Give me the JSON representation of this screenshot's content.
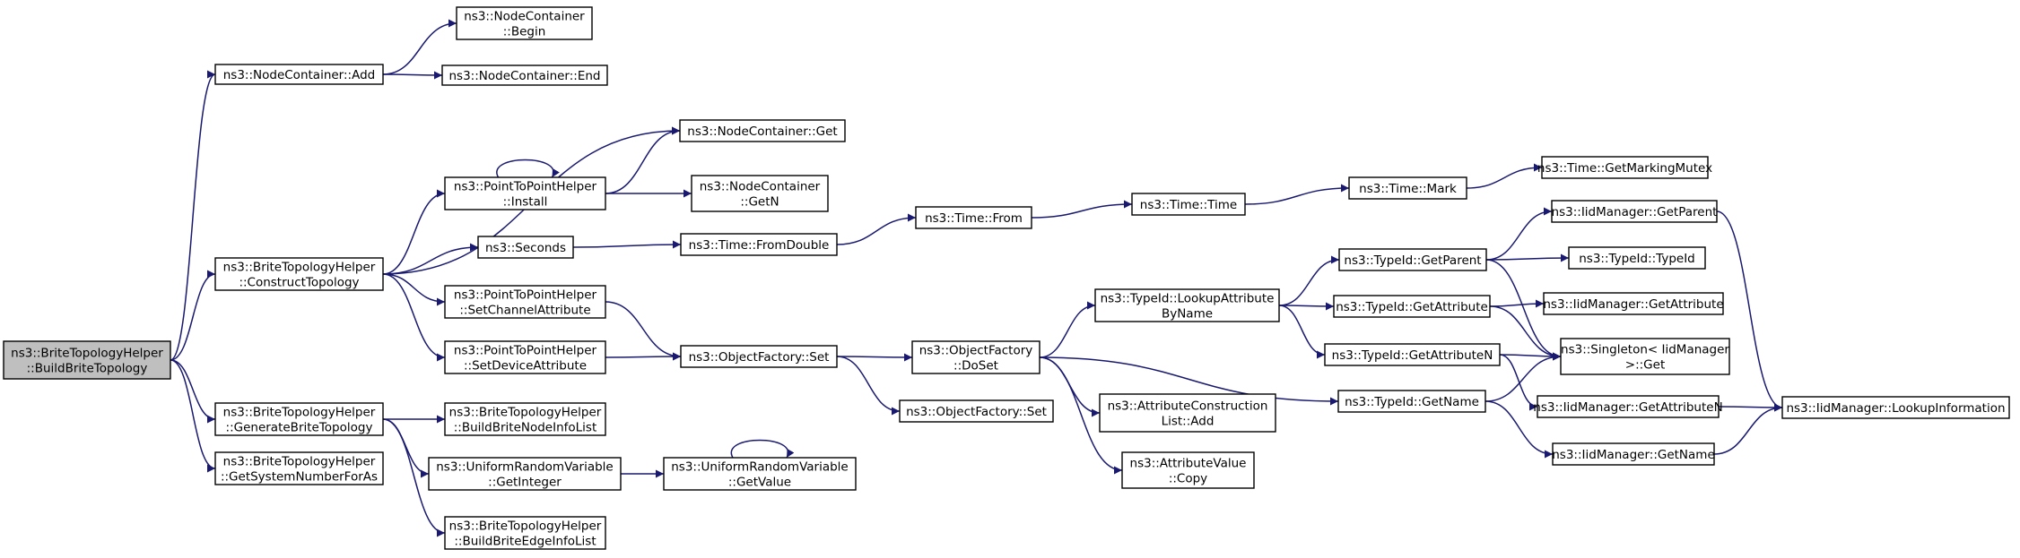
{
  "nodes": {
    "root": [
      "ns3::BriteTopologyHelper",
      "::BuildBriteTopology"
    ],
    "nc_add": [
      "ns3::NodeContainer::Add"
    ],
    "nc_begin": [
      "ns3::NodeContainer",
      "::Begin"
    ],
    "nc_end": [
      "ns3::NodeContainer::End"
    ],
    "nc_get": [
      "ns3::NodeContainer::Get"
    ],
    "construct": [
      "ns3::BriteTopologyHelper",
      "::ConstructTopology"
    ],
    "p2p_install": [
      "ns3::PointToPointHelper",
      "::Install"
    ],
    "nc_getn": [
      "ns3::NodeContainer",
      "::GetN"
    ],
    "seconds": [
      "ns3::Seconds"
    ],
    "time_fromdouble": [
      "ns3::Time::FromDouble"
    ],
    "time_from": [
      "ns3::Time::From"
    ],
    "time_time": [
      "ns3::Time::Time"
    ],
    "time_mark": [
      "ns3::Time::Mark"
    ],
    "time_mutex": [
      "ns3::Time::GetMarkingMutex"
    ],
    "p2p_setchan": [
      "ns3::PointToPointHelper",
      "::SetChannelAttribute"
    ],
    "p2p_setdev": [
      "ns3::PointToPointHelper",
      "::SetDeviceAttribute"
    ],
    "of_set": [
      "ns3::ObjectFactory::Set"
    ],
    "of_doset": [
      "ns3::ObjectFactory",
      "::DoSet"
    ],
    "of_set2": [
      "ns3::ObjectFactory::Set"
    ],
    "tid_lookup": [
      "ns3::TypeId::LookupAttribute",
      "ByName"
    ],
    "tid_getparent": [
      "ns3::TypeId::GetParent"
    ],
    "tid_getattr": [
      "ns3::TypeId::GetAttribute"
    ],
    "tid_getattrn": [
      "ns3::TypeId::GetAttributeN"
    ],
    "tid_getname": [
      "ns3::TypeId::GetName"
    ],
    "acl_add": [
      "ns3::AttributeConstruction",
      "List::Add"
    ],
    "av_copy": [
      "ns3::AttributeValue",
      "::Copy"
    ],
    "iid_getparent": [
      "ns3::IidManager::GetParent"
    ],
    "tid_typeid": [
      "ns3::TypeId::TypeId"
    ],
    "iid_getattr": [
      "ns3::IidManager::GetAttribute"
    ],
    "singleton": [
      "ns3::Singleton< IidManager",
      " >::Get"
    ],
    "iid_getattrn": [
      "ns3::IidManager::GetAttributeN"
    ],
    "iid_lookup": [
      "ns3::IidManager::LookupInformation"
    ],
    "iid_getname": [
      "ns3::IidManager::GetName"
    ],
    "generate": [
      "ns3::BriteTopologyHelper",
      "::GenerateBriteTopology"
    ],
    "sysnum": [
      "ns3::BriteTopologyHelper",
      "::GetSystemNumberForAs"
    ],
    "nodeinfo": [
      "ns3::BriteTopologyHelper",
      "::BuildBriteNodeInfoList"
    ],
    "urv_getint": [
      "ns3::UniformRandomVariable",
      "::GetInteger"
    ],
    "urv_getvalue": [
      "ns3::UniformRandomVariable",
      "::GetValue"
    ],
    "edgeinfo": [
      "ns3::BriteTopologyHelper",
      "::BuildBriteEdgeInfoList"
    ]
  },
  "edges": [
    [
      "root",
      "nc_add"
    ],
    [
      "root",
      "construct"
    ],
    [
      "root",
      "generate"
    ],
    [
      "root",
      "sysnum"
    ],
    [
      "nc_add",
      "nc_begin"
    ],
    [
      "nc_add",
      "nc_end"
    ],
    [
      "construct",
      "nc_get"
    ],
    [
      "construct",
      "p2p_install"
    ],
    [
      "construct",
      "seconds"
    ],
    [
      "construct",
      "p2p_setchan"
    ],
    [
      "construct",
      "p2p_setdev"
    ],
    [
      "p2p_install",
      "p2p_install"
    ],
    [
      "p2p_install",
      "nc_get"
    ],
    [
      "p2p_install",
      "nc_getn"
    ],
    [
      "seconds",
      "time_fromdouble"
    ],
    [
      "time_fromdouble",
      "time_from"
    ],
    [
      "time_from",
      "time_time"
    ],
    [
      "time_time",
      "time_mark"
    ],
    [
      "time_mark",
      "time_mutex"
    ],
    [
      "p2p_setchan",
      "of_set"
    ],
    [
      "p2p_setdev",
      "of_set"
    ],
    [
      "of_set",
      "of_doset"
    ],
    [
      "of_set",
      "of_set2"
    ],
    [
      "of_doset",
      "tid_lookup"
    ],
    [
      "of_doset",
      "acl_add"
    ],
    [
      "of_doset",
      "av_copy"
    ],
    [
      "of_doset",
      "tid_getname"
    ],
    [
      "tid_lookup",
      "tid_getparent"
    ],
    [
      "tid_lookup",
      "tid_getattr"
    ],
    [
      "tid_lookup",
      "tid_getattrn"
    ],
    [
      "tid_getparent",
      "iid_getparent"
    ],
    [
      "tid_getparent",
      "tid_typeid"
    ],
    [
      "tid_getparent",
      "singleton"
    ],
    [
      "tid_getattr",
      "iid_getattr"
    ],
    [
      "tid_getattr",
      "singleton"
    ],
    [
      "tid_getattrn",
      "singleton"
    ],
    [
      "tid_getattrn",
      "iid_getattrn"
    ],
    [
      "tid_getname",
      "singleton"
    ],
    [
      "tid_getname",
      "iid_getname"
    ],
    [
      "iid_getparent",
      "iid_lookup"
    ],
    [
      "iid_getattrn",
      "iid_lookup"
    ],
    [
      "iid_getname",
      "iid_lookup"
    ],
    [
      "generate",
      "nodeinfo"
    ],
    [
      "generate",
      "urv_getint"
    ],
    [
      "generate",
      "edgeinfo"
    ],
    [
      "urv_getint",
      "urv_getvalue"
    ],
    [
      "urv_getvalue",
      "urv_getvalue"
    ]
  ]
}
